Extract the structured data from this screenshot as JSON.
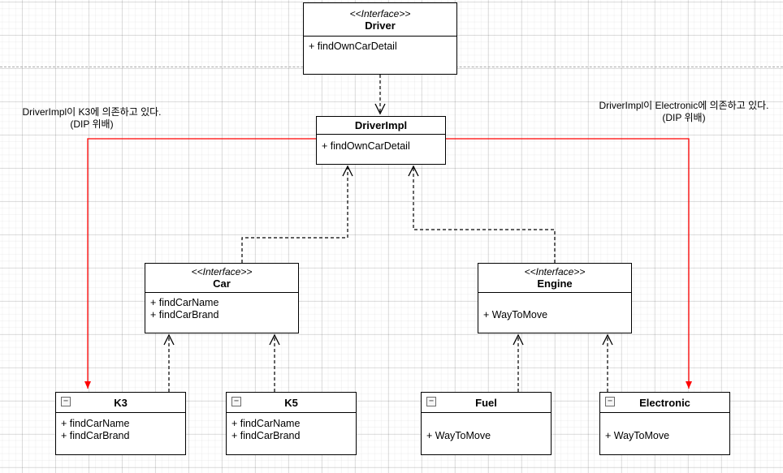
{
  "diagram": {
    "classes": {
      "driver": {
        "stereotype": "<<Interface>>",
        "name": "Driver",
        "methods": [
          "+ findOwnCarDetail"
        ]
      },
      "driver_impl": {
        "name": "DriverImpl",
        "methods": [
          "+ findOwnCarDetail"
        ]
      },
      "car": {
        "stereotype": "<<Interface>>",
        "name": "Car",
        "methods": [
          "+ findCarName",
          "+ findCarBrand"
        ]
      },
      "engine": {
        "stereotype": "<<Interface>>",
        "name": "Engine",
        "methods": [
          "+ WayToMove"
        ]
      },
      "k3": {
        "name": "K3",
        "methods": [
          "+ findCarName",
          "+ findCarBrand"
        ]
      },
      "k5": {
        "name": "K5",
        "methods": [
          "+ findCarName",
          "+ findCarBrand"
        ]
      },
      "fuel": {
        "name": "Fuel",
        "methods": [
          "+ WayToMove"
        ]
      },
      "electronic": {
        "name": "Electronic",
        "methods": [
          "+ WayToMove"
        ]
      }
    },
    "annotations": {
      "left": {
        "line1": "DriverImpl이  K3에 의존하고 있다.",
        "line2": "(DIP 위배)"
      },
      "right": {
        "line1": "DriverImpl이  Electronic에 의존하고 있다.",
        "line2": "(DIP 위배)"
      }
    },
    "colors": {
      "violation_edge": "#ff0000",
      "connector_edge": "#000000",
      "box_fill": "#ffffff",
      "box_border": "#000000"
    },
    "icons": {
      "collapse_glyph": "−"
    }
  }
}
